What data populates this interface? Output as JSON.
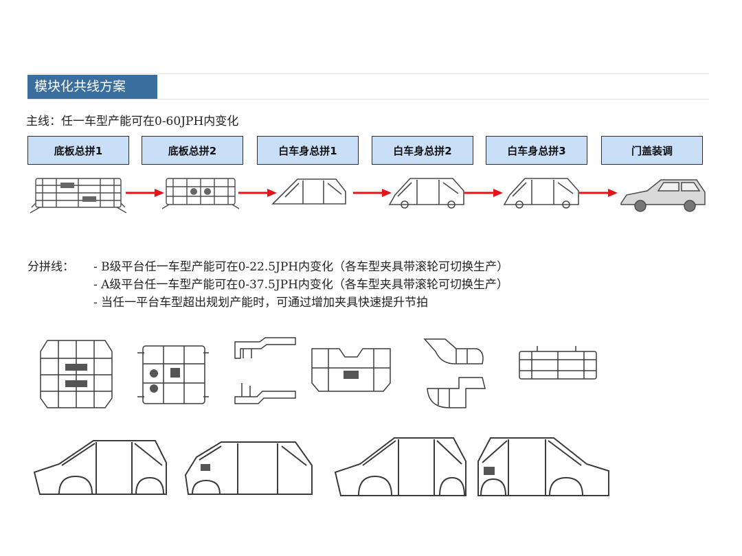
{
  "section_title": "模块化共线方案",
  "main_line_text": "主线：任一车型产能可在0-60JPH内变化",
  "process_steps": [
    "底板总拼1",
    "底板总拼2",
    "白车身总拼1",
    "白车身总拼2",
    "白车身总拼3",
    "门盖装调"
  ],
  "sub_line": {
    "label": "分拼线：",
    "items": [
      "- B级平台任一车型产能可在0-22.5JPH内变化（各车型夹具带滚轮可切换生产）",
      "- A级平台任一车型产能可在0-37.5JPH内变化（各车型夹具带滚轮可切换生产）",
      "- 当任一平台车型超出规划产能时，可通过增加夹具快速提升节拍"
    ]
  },
  "colors": {
    "title_bg": "#3a6e9e",
    "step_bg": "#c9def7",
    "arrow": "#e8121a",
    "sketch": "#4a4a4a"
  },
  "icons": {
    "flow_arrow": "red-right-arrow",
    "parts": [
      "floor-assembly",
      "floor-assembly-2",
      "bodyside-frame",
      "body-in-white",
      "body-in-white-2",
      "full-vehicle"
    ]
  }
}
